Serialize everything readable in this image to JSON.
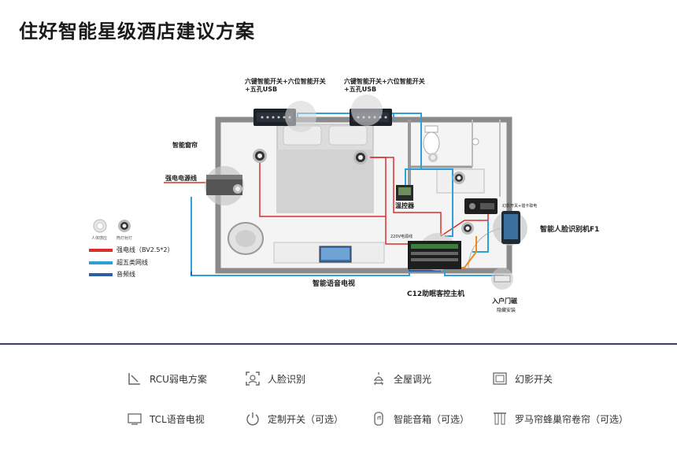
{
  "title": "住好智能星级酒店建议方案",
  "labels": {
    "switch1_line1": "六键智能开关+六位智能开关",
    "switch1_line2": "+五孔USB",
    "switch2_line1": "六键智能开关+六位智能开关",
    "switch2_line2": "+五孔USB",
    "curtain": "智能窗帘",
    "power_line": "强电电源线",
    "thermostat": "温控器",
    "magic_switch": "幻影开关+插卡取电",
    "face_recognition": "智能人脸识别机F1",
    "v220_line": "220V电源线",
    "tv": "智能语音电视",
    "host": "C12助眠客控主机",
    "door_sensor": "入户门磁",
    "door_sensor_note": "隐藏安装"
  },
  "legend": {
    "sensor_label": "人体感应",
    "spotlight_label": "筒灯射灯",
    "items": [
      {
        "label": "强电线（BV2.5*2）",
        "color": "#d9302c"
      },
      {
        "label": "超五类网线",
        "color": "#2f9fd8"
      },
      {
        "label": "音频线",
        "color": "#2b5ea8"
      }
    ]
  },
  "features": [
    {
      "label": "RCU弱电方案",
      "icon": "rcu-icon"
    },
    {
      "label": "人脸识别",
      "icon": "face-icon"
    },
    {
      "label": "全屋调光",
      "icon": "dimming-light-icon"
    },
    {
      "label": "幻影开关",
      "icon": "phantom-switch-icon"
    },
    {
      "label": "TCL语音电视",
      "icon": "tv-icon"
    },
    {
      "label": "定制开关（可选）",
      "icon": "power-switch-icon"
    },
    {
      "label": "智能音箱（可选）",
      "icon": "speaker-icon"
    },
    {
      "label": "罗马帘蜂巢帘卷帘（可选）",
      "icon": "curtain-icon"
    }
  ]
}
